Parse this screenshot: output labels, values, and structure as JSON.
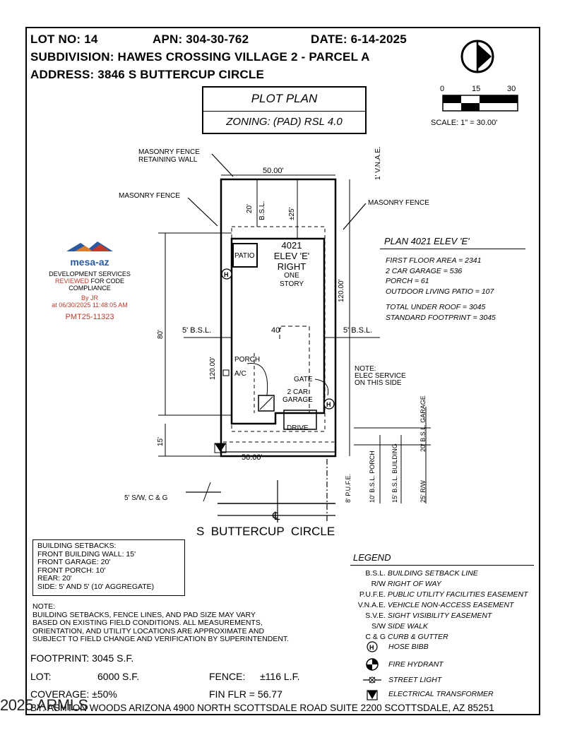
{
  "header": {
    "lot": "LOT NO: 14",
    "apn": "APN: 304-30-762",
    "date": "DATE: 6-14-2025",
    "subdivision": "SUBDIVISION: HAWES CROSSING VILLAGE 2 - PARCEL A",
    "address": "ADDRESS: 3846 S BUTTERCUP CIRCLE"
  },
  "titleblock": {
    "title": "PLOT PLAN",
    "zoning": "ZONING: (PAD) RSL 4.0"
  },
  "scale": {
    "ticks": [
      "0",
      "15",
      "30"
    ],
    "label": "SCALE: 1\" = 30.00'"
  },
  "plan_info": {
    "title": "PLAN 4021 ELEV 'E'",
    "lines": [
      "FIRST FLOOR AREA = 2341",
      "2 CAR GARAGE = 536",
      "PORCH = 61",
      "OUTDOOR LIVING PATIO = 107",
      "",
      "TOTAL UNDER ROOF = 3045",
      "STANDARD FOOTPRINT = 3045"
    ]
  },
  "stamp": {
    "logo": "mesa-az",
    "line1": "DEVELOPMENT SERVICES",
    "reviewed": "REVIEWED",
    "line2": "FOR CODE",
    "line3": "COMPLIANCE",
    "by": "By JR",
    "at": "at 06/30/2025 11:48:05 AM",
    "permit": "PMT25-11323"
  },
  "site": {
    "masonry_fence_retaining": "MASONRY FENCE",
    "retaining_wall": "RETAINING WALL",
    "masonry_fence_left": "MASONRY FENCE",
    "masonry_fence_right": "MASONRY FENCE",
    "vnae": "1' V.N.A.E.",
    "top_width": "50.00'",
    "bottom_width": "50.00'",
    "rear_bsl": "20'",
    "rear_bsl_label": "B.S.L.",
    "rear_dim": "±25'",
    "depth_right": "120.00'",
    "depth_left": "120.00'",
    "left_80": "80'",
    "left_15": "15'",
    "side_bsl_left": "5' B.S.L.",
    "side_bsl_right": "5' B.S.L.",
    "house_width": "40'",
    "patio": "PATIO",
    "house_plan": "4021",
    "house_elev": "ELEV 'E'",
    "house_hand": "RIGHT",
    "house_story1": "ONE",
    "house_story2": "STORY",
    "porch": "PORCH",
    "ac": "A/C",
    "gate": "GATE",
    "garage1": "2 CAR",
    "garage2": "GARAGE",
    "drive": "DRIVE",
    "elec_note1": "NOTE:",
    "elec_note2": "ELEC SERVICE",
    "elec_note3": "ON THIS SIDE",
    "sw_label": "5' S/W, C & G",
    "dim_pufe": "8' P.U.F.E.",
    "dim_porch": "10' B.S.L. PORCH",
    "dim_building": "15' B.S.L. BUILDING",
    "dim_rw": "25' R/W",
    "dim_garage": "20' B.S.L. GARAGE",
    "hose": "H",
    "street": "S  BUTTERCUP  CIRCLE"
  },
  "setbacks": {
    "title": "BUILDING SETBACKS:",
    "lines": [
      "FRONT BUILDING WALL: 15'",
      "FRONT GARAGE: 20'",
      "FRONT PORCH: 10'",
      "REAR: 20'",
      "SIDE: 5' AND 5' (10' AGGREGATE)"
    ]
  },
  "note": {
    "title": "NOTE:",
    "lines": [
      "BUILDING SETBACKS, FENCE LINES, AND PAD SIZE MAY VARY",
      "BASED ON EXISTING FIELD CONDITIONS.  ALL MEASUREMENTS,",
      "ORIENTATION, AND UTILITY LOCATIONS ARE APPROXIMATE AND",
      "SUBJECT TO FIELD CHANGE AND VERIFICATION BY SUPERINTENDENT."
    ]
  },
  "stats": {
    "footprint": "FOOTPRINT: 3045 S.F.",
    "lot_label": "LOT:",
    "lot_value": "6000 S.F.",
    "fence_label": "FENCE:",
    "fence_value": "±116 L.F.",
    "coverage": "COVERAGE: ±50%",
    "fin_flr": "FIN FLR = 56.77"
  },
  "legend": {
    "title": "LEGEND",
    "items": [
      {
        "abbr": "B.S.L.",
        "desc": "BUILDING SETBACK LINE"
      },
      {
        "abbr": "R/W",
        "desc": "RIGHT OF WAY"
      },
      {
        "abbr": "P.U.F.E.",
        "desc": "PUBLIC UTILITY FACILITIES EASEMENT"
      },
      {
        "abbr": "V.N.A.E.",
        "desc": "VEHICLE NON-ACCESS EASEMENT"
      },
      {
        "abbr": "S.V.E.",
        "desc": "SIGHT VISIBILITY EASEMENT"
      },
      {
        "abbr": "S/W",
        "desc": "SIDE WALK"
      },
      {
        "abbr": "C & G",
        "desc": "CURB & GUTTER"
      }
    ],
    "symbols": [
      {
        "icon": "hose-bibb-icon",
        "desc": "HOSE BIBB"
      },
      {
        "icon": "fire-hydrant-icon",
        "desc": "FIRE HYDRANT"
      },
      {
        "icon": "street-light-icon",
        "desc": "STREET LIGHT"
      },
      {
        "icon": "electrical-transformer-icon",
        "desc": "ELECTRICAL TRANSFORMER"
      }
    ]
  },
  "footer": {
    "builder": "BY: ASHTON WOODS ARIZONA 4900 NORTH SCOTTSDALE ROAD SUITE 2200 SCOTTSDALE, AZ  85251",
    "watermark": "2025 ARMLS"
  }
}
